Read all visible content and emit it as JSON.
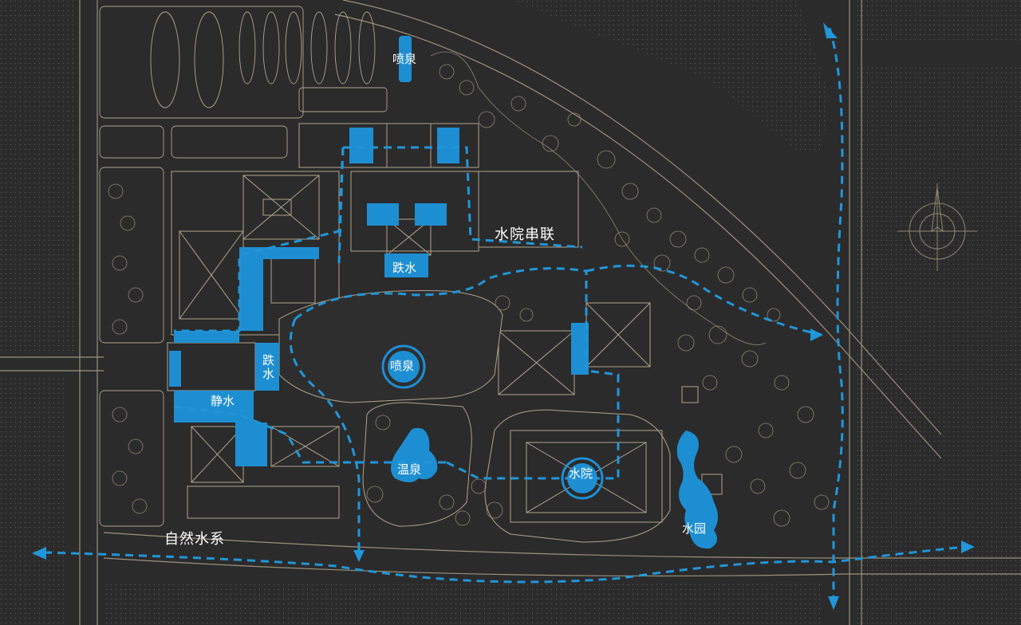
{
  "colors": {
    "background": "#2b2b2c",
    "linework": "#b0a58a",
    "water": "#1e8ed2",
    "flow_arrow": "#2196d8",
    "label_text": "#ffffff"
  },
  "icons": {
    "north_arrow": "compass-rose",
    "flow": "dashed-arrow"
  },
  "labels": {
    "fountain_top": "喷泉",
    "water_court_link": "水院串联",
    "drop_water_center": "跌水",
    "drop_water_left": "跌水",
    "fountain_center": "喷泉",
    "still_water": "静水",
    "hot_spring": "温泉",
    "water_court": "水院",
    "water_garden": "水园",
    "natural_water": "自然水系"
  }
}
